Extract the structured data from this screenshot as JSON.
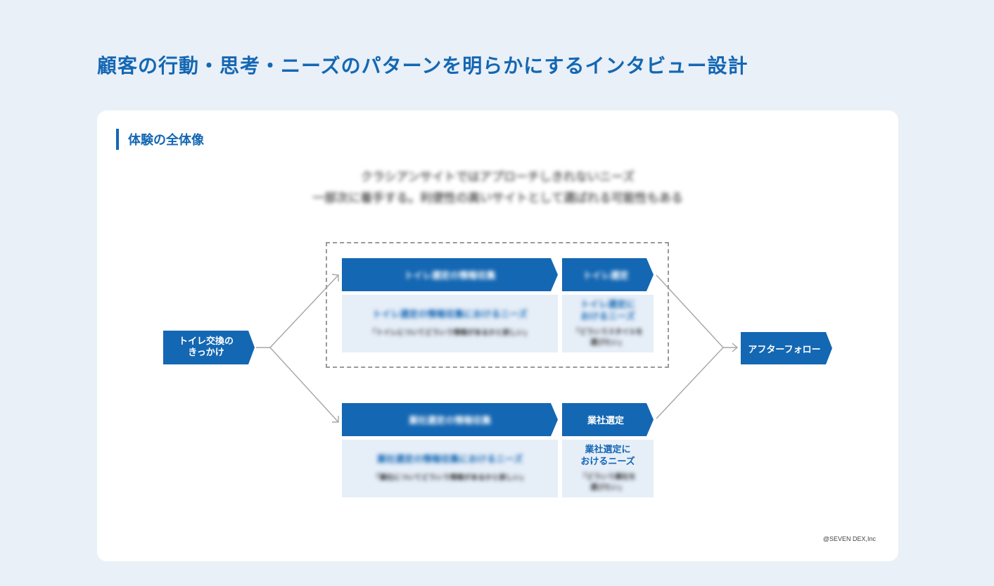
{
  "title": "顧客の行動・思考・ニーズのパターンを明らかにするインタビュー設計",
  "section": {
    "label": "体験の全体像"
  },
  "summary": {
    "line1": "クラシアンサイトではアプローチしきれないニーズ",
    "line2": "一部次に着手する。利便性の高いサイトとして選ばれる可能性もある"
  },
  "flow": {
    "start": "トイレ交換の\nきっかけ",
    "end": "アフターフォロー",
    "upper": {
      "stage_a": "トイレ選定の情報収集",
      "needs_a_title": "トイレ選定の情報収集におけるニーズ",
      "needs_a_quote": "「トイレについてどういう情報があるかと欲しい」",
      "stage_b": "トイレ選定",
      "needs_b_title": "トイレ選定に\nおけるニーズ",
      "needs_b_quote": "「どういうスタイルを\n選びたい」"
    },
    "lower": {
      "stage_a": "業社選定の情報収集",
      "needs_a_title": "業社選定の情報収集におけるニーズ",
      "needs_a_quote": "「業社についてどういう情報があるかと欲しい」",
      "stage_b": "業社選定",
      "needs_b_title": "業社選定に\nおけるニーズ",
      "needs_b_quote": "「どういう業社を\n選びたい」"
    }
  },
  "colors": {
    "primary": "#1467b3",
    "background": "#e9f0f8",
    "needs_bg": "#e6eef8",
    "connector": "#a6a6a6"
  },
  "copyright": "@SEVEN DEX,Inc"
}
